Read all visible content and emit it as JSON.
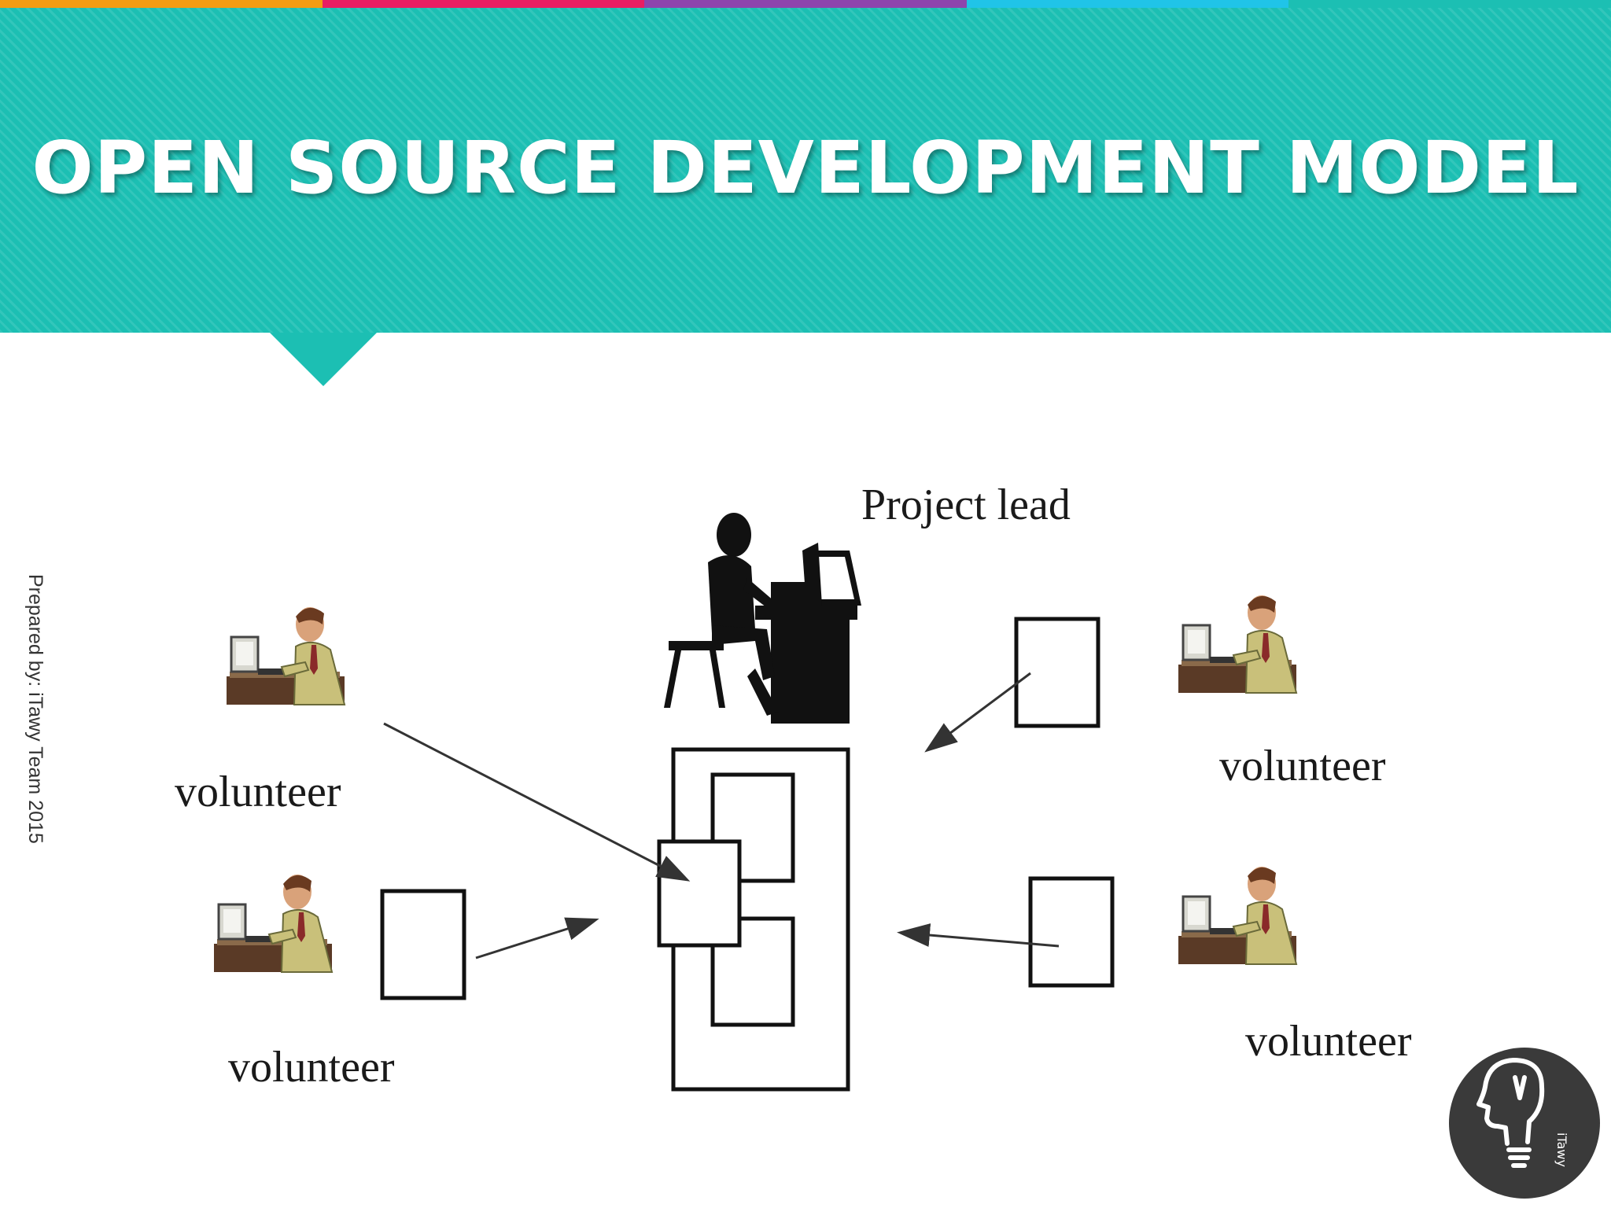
{
  "slide": {
    "title": "OPEN SOURCE DEVELOPMENT MODEL",
    "side_note": "Prepared by: iTawy Team 2015"
  },
  "diagram": {
    "project_lead_label": "Project lead",
    "volunteer_label": "volunteer"
  },
  "logo": {
    "text": "iTawy",
    "icon": "lightbulb-head-icon"
  },
  "colors": {
    "header": "#1cbfb3",
    "topbar": [
      "#f39c12",
      "#e91e63",
      "#8e44ad",
      "#20c4e8",
      "#1cbfb3"
    ],
    "logo_bg": "#3a3a3a"
  }
}
